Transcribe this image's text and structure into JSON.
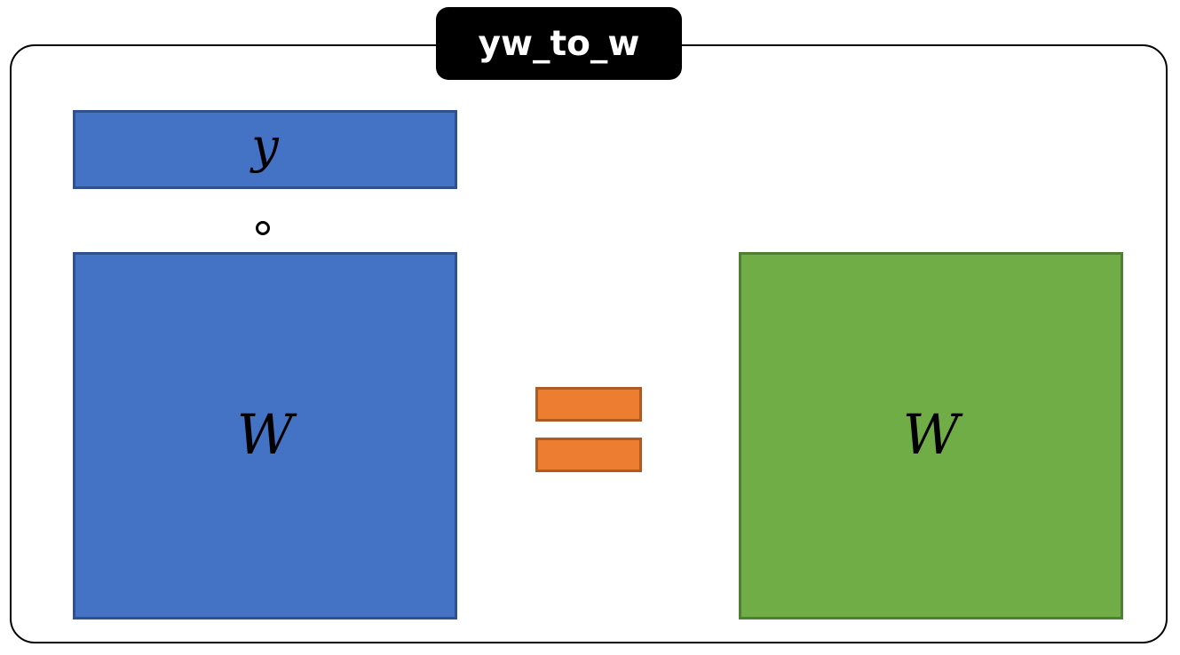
{
  "title": "yw_to_w",
  "operands": {
    "y_label": "y",
    "w_left_label": "W",
    "w_right_label": "W"
  },
  "operators": {
    "hadamard_symbol": "hadamard-product",
    "equals_symbol": "equals"
  },
  "colors": {
    "operand_fill": "#4472c4",
    "operand_border": "#2f528f",
    "result_fill": "#70ad47",
    "result_border": "#507e32",
    "equals_fill": "#ed7d31",
    "equals_border": "#ae5a21",
    "title_bg": "#000000",
    "title_fg": "#ffffff"
  }
}
